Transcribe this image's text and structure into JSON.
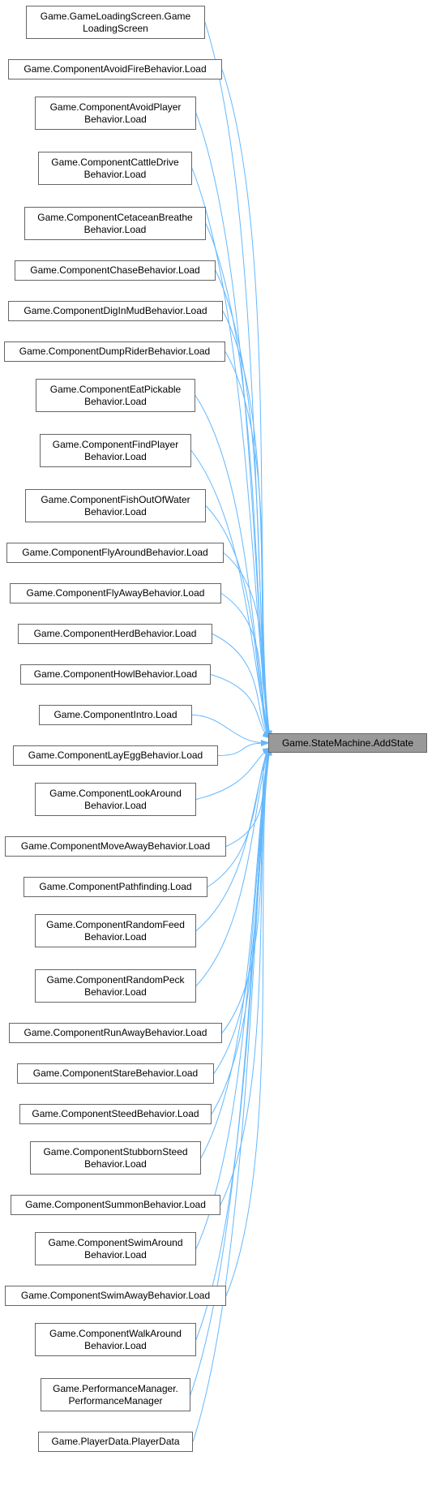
{
  "colors": {
    "edge": "#63b8ff",
    "node_border": "#666666",
    "node_fill": "#ffffff",
    "target_fill": "#999999"
  },
  "target": {
    "lines": [
      "Game.StateMachine.AddState"
    ]
  },
  "callers": [
    {
      "lines": [
        "Game.GameLoadingScreen.Game",
        "LoadingScreen"
      ]
    },
    {
      "lines": [
        "Game.ComponentAvoidFireBehavior.Load"
      ]
    },
    {
      "lines": [
        "Game.ComponentAvoidPlayer",
        "Behavior.Load"
      ]
    },
    {
      "lines": [
        "Game.ComponentCattleDrive",
        "Behavior.Load"
      ]
    },
    {
      "lines": [
        "Game.ComponentCetaceanBreathe",
        "Behavior.Load"
      ]
    },
    {
      "lines": [
        "Game.ComponentChaseBehavior.Load"
      ]
    },
    {
      "lines": [
        "Game.ComponentDigInMudBehavior.Load"
      ]
    },
    {
      "lines": [
        "Game.ComponentDumpRiderBehavior.Load"
      ]
    },
    {
      "lines": [
        "Game.ComponentEatPickable",
        "Behavior.Load"
      ]
    },
    {
      "lines": [
        "Game.ComponentFindPlayer",
        "Behavior.Load"
      ]
    },
    {
      "lines": [
        "Game.ComponentFishOutOfWater",
        "Behavior.Load"
      ]
    },
    {
      "lines": [
        "Game.ComponentFlyAroundBehavior.Load"
      ]
    },
    {
      "lines": [
        "Game.ComponentFlyAwayBehavior.Load"
      ]
    },
    {
      "lines": [
        "Game.ComponentHerdBehavior.Load"
      ]
    },
    {
      "lines": [
        "Game.ComponentHowlBehavior.Load"
      ]
    },
    {
      "lines": [
        "Game.ComponentIntro.Load"
      ]
    },
    {
      "lines": [
        "Game.ComponentLayEggBehavior.Load"
      ]
    },
    {
      "lines": [
        "Game.ComponentLookAround",
        "Behavior.Load"
      ]
    },
    {
      "lines": [
        "Game.ComponentMoveAwayBehavior.Load"
      ]
    },
    {
      "lines": [
        "Game.ComponentPathfinding.Load"
      ]
    },
    {
      "lines": [
        "Game.ComponentRandomFeed",
        "Behavior.Load"
      ]
    },
    {
      "lines": [
        "Game.ComponentRandomPeck",
        "Behavior.Load"
      ]
    },
    {
      "lines": [
        "Game.ComponentRunAwayBehavior.Load"
      ]
    },
    {
      "lines": [
        "Game.ComponentStareBehavior.Load"
      ]
    },
    {
      "lines": [
        "Game.ComponentSteedBehavior.Load"
      ]
    },
    {
      "lines": [
        "Game.ComponentStubbornSteed",
        "Behavior.Load"
      ]
    },
    {
      "lines": [
        "Game.ComponentSummonBehavior.Load"
      ]
    },
    {
      "lines": [
        "Game.ComponentSwimAround",
        "Behavior.Load"
      ]
    },
    {
      "lines": [
        "Game.ComponentSwimAwayBehavior.Load"
      ]
    },
    {
      "lines": [
        "Game.ComponentWalkAround",
        "Behavior.Load"
      ]
    },
    {
      "lines": [
        "Game.PerformanceManager.",
        "PerformanceManager"
      ]
    },
    {
      "lines": [
        "Game.PlayerData.PlayerData"
      ]
    }
  ]
}
